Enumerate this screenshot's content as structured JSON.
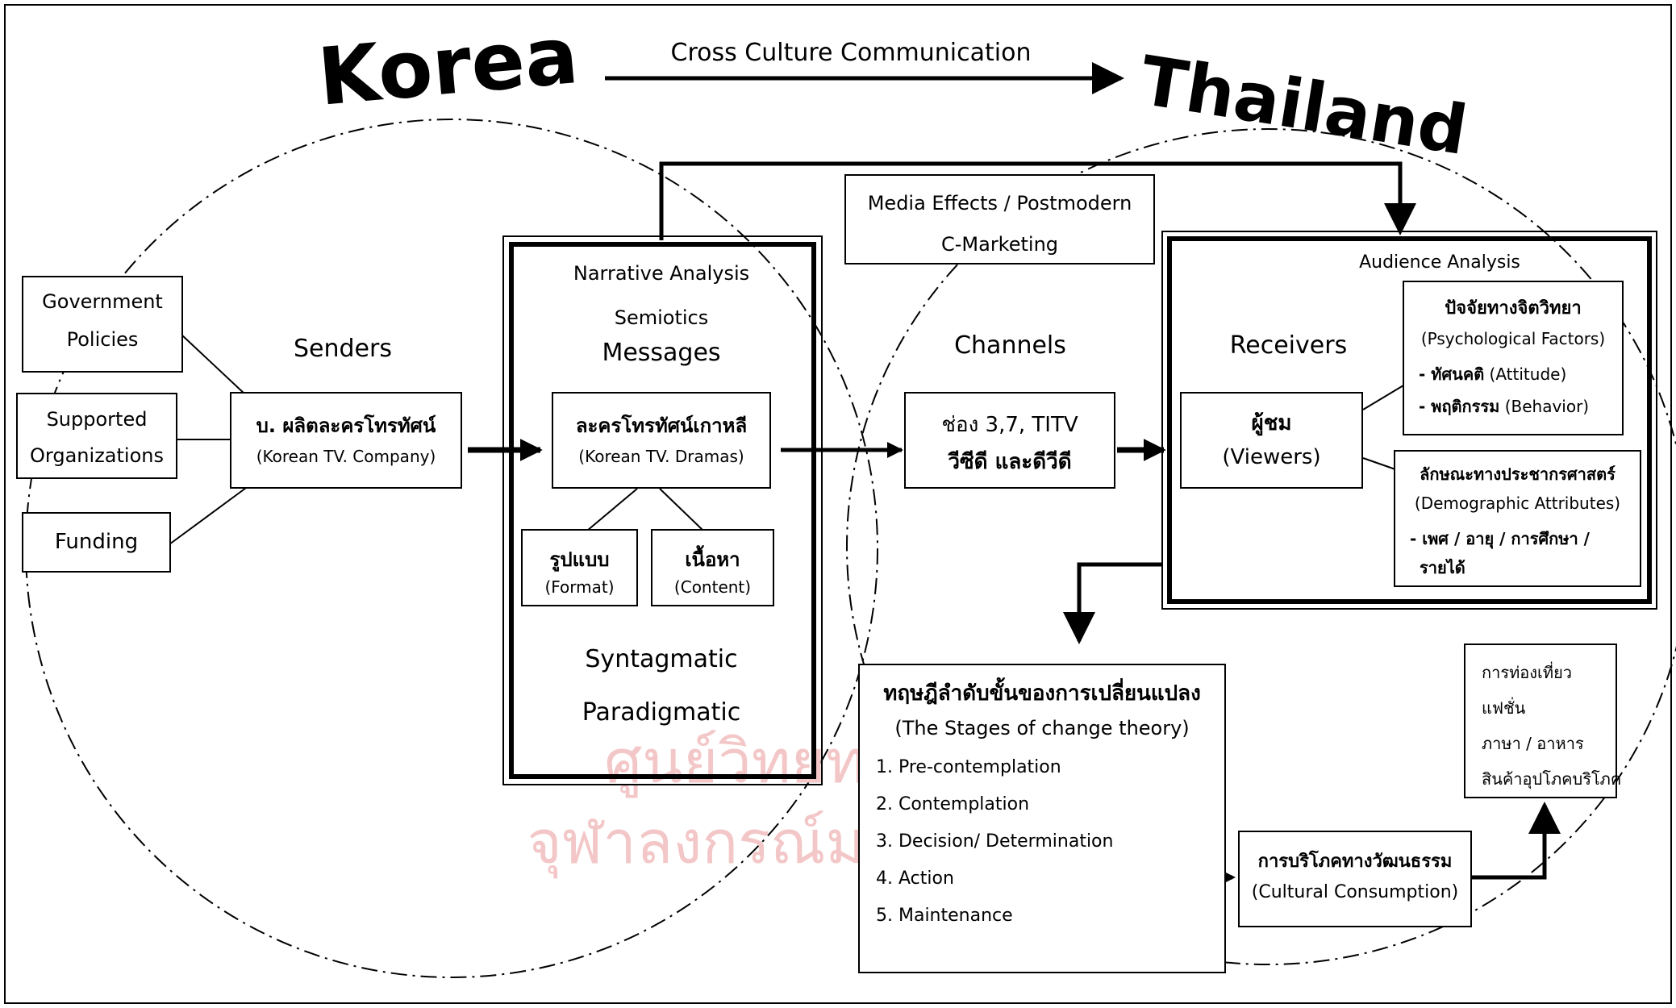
{
  "titles": {
    "korea": "Korea",
    "thailand": "Thailand",
    "cross_culture": "Cross Culture Communication"
  },
  "watermark": {
    "line1": "ศูนย์วิทยทรัพยากร",
    "line2": "จุฬาลงกรณ์มหาวิทยาลัย"
  },
  "left_sources": {
    "government": [
      "Government",
      "Policies"
    ],
    "supported": [
      "Supported",
      "Organizations"
    ],
    "funding": "Funding"
  },
  "senders": {
    "heading": "Senders",
    "company_th": "บ. ผลิตละครโทรทัศน์",
    "company_en": "(Korean TV. Company)"
  },
  "messages": {
    "narrative": "Narrative Analysis",
    "semiotics": "Semiotics",
    "heading": "Messages",
    "drama_th": "ละครโทรทัศน์เกาหลี",
    "drama_en": "(Korean TV. Dramas)",
    "format_th": "รูปแบบ",
    "format_en": "(Format)",
    "content_th": "เนื้อหา",
    "content_en": "(Content)",
    "syntagmatic": "Syntagmatic",
    "paradigmatic": "Paradigmatic"
  },
  "media_effects": {
    "line1": "Media Effects / Postmodern",
    "line2": "C-Marketing"
  },
  "channels": {
    "heading": "Channels",
    "line1": "ช่อง 3,7, TITV",
    "line2": "วีซีดี และดีวีดี"
  },
  "receivers": {
    "audience_analysis": "Audience Analysis",
    "heading": "Receivers",
    "viewers_th": "ผู้ชม",
    "viewers_en": "(Viewers)",
    "psych_th": "ปัจจัยทางจิตวิทยา",
    "psych_en": "(Psychological Factors)",
    "attitude_th": "- ทัศนคติ",
    "attitude_en": "(Attitude)",
    "behavior_th": "- พฤติกรรม",
    "behavior_en": "(Behavior)",
    "demo_th": "ลักษณะทางประชากรศาสตร์",
    "demo_en": "(Demographic Attributes)",
    "demo_items1": "- เพศ / อายุ / การศึกษา /",
    "demo_items2": "รายได้"
  },
  "stages": {
    "title_th": "ทฤษฎีลำดับขั้นของการเปลี่ยนแปลง",
    "title_en": "(The Stages of change theory)",
    "items": [
      "1. Pre-contemplation",
      "2. Contemplation",
      "3. Decision/ Determination",
      "4. Action",
      "5. Maintenance"
    ]
  },
  "cultural": {
    "th": "การบริโภคทางวัฒนธรรม",
    "en": "(Cultural Consumption)"
  },
  "outcomes": {
    "items": [
      "การท่องเที่ยว",
      "แฟชั่น",
      "ภาษา / อาหาร",
      "สินค้าอุปโภคบริโภค"
    ]
  }
}
